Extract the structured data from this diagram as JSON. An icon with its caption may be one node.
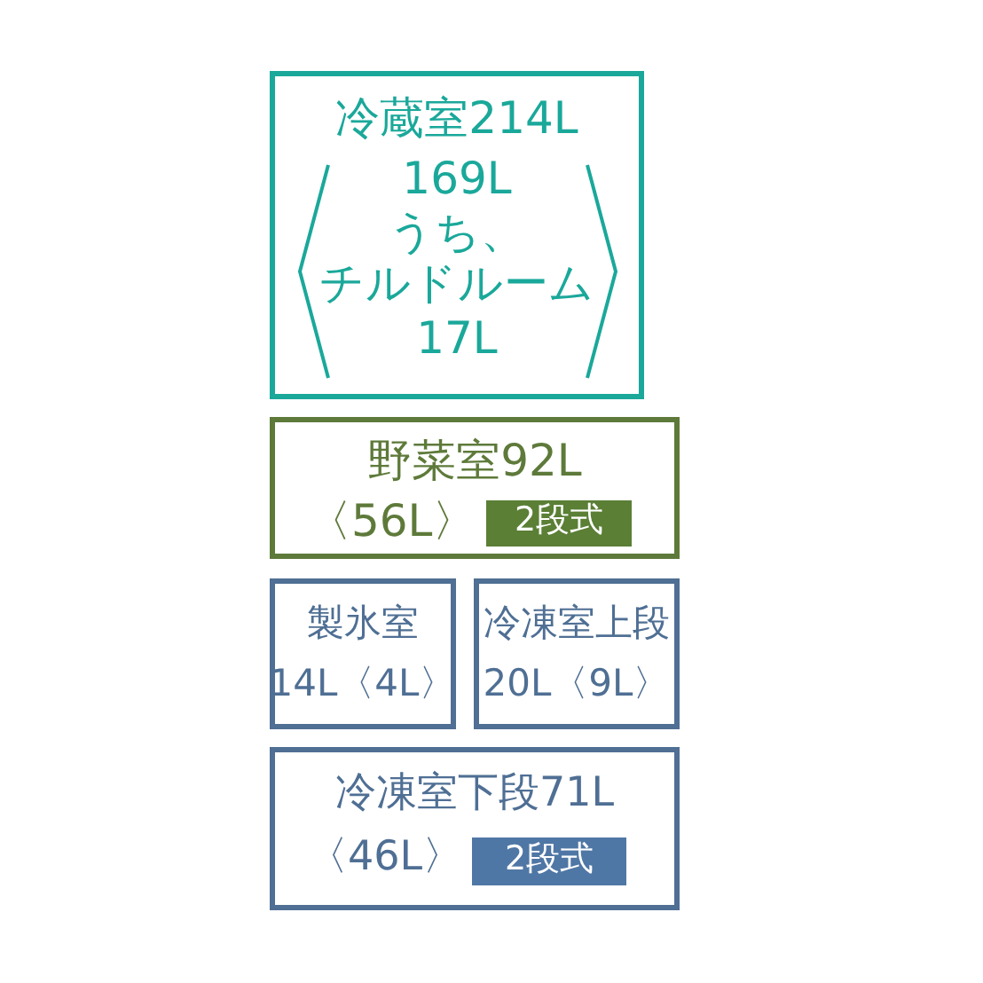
{
  "diagram": {
    "nodes": [
      {
        "text": [
          "冷蔵室214L",
          "169L",
          "うち、",
          "チルドルーム",
          "17L"
        ]
      },
      {
        "text": [
          "野菜室92L",
          "〈56L〉"
        ]
      },
      {
        "text": [
          "2段式"
        ],
        "in": 1
      },
      {
        "text": [
          "製氷室",
          "14L〈4L〉"
        ]
      },
      {
        "text": [
          "冷凍室上段",
          "20L〈9L〉"
        ]
      },
      {
        "text": [
          "冷凍室下段71L",
          "〈46L〉"
        ]
      },
      {
        "text": [
          "2段式"
        ],
        "in": 5
      }
    ],
    "edges": []
  }
}
